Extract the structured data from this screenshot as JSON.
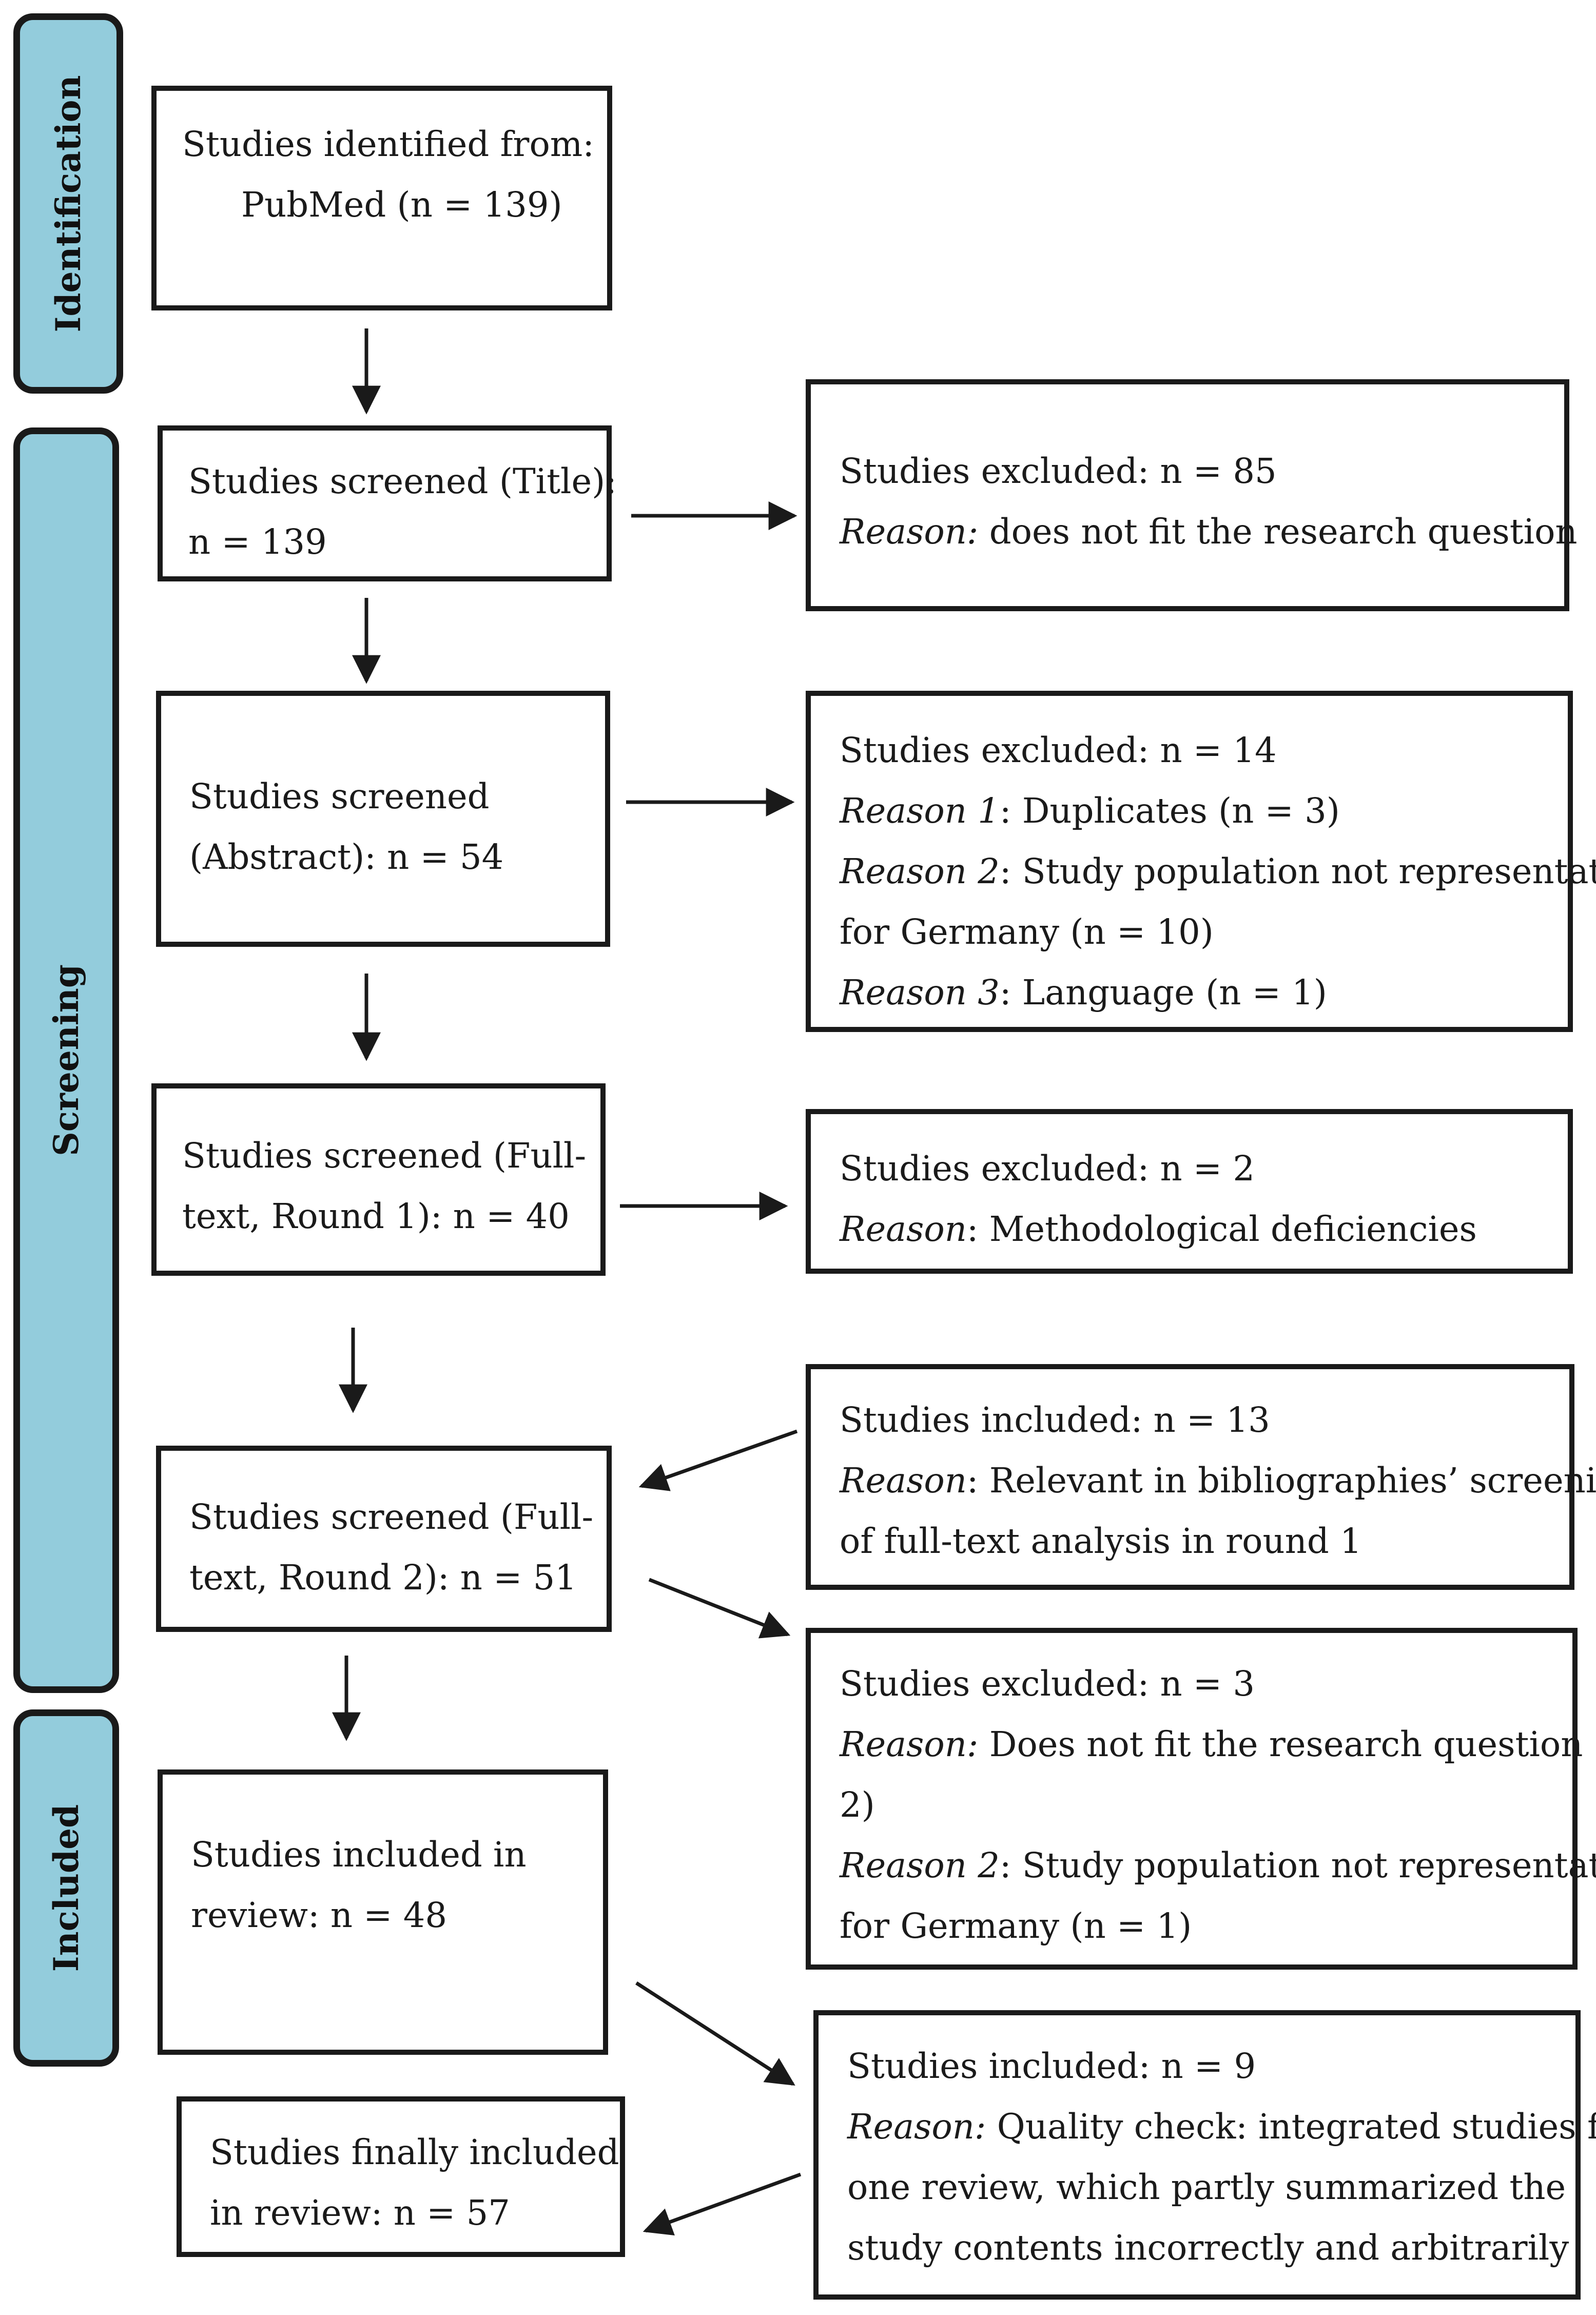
{
  "phases": {
    "identification": "Identification",
    "screening": "Screening",
    "included": "Included"
  },
  "identification_box": {
    "line1": "Studies identified from:",
    "line2": "PubMed (n = 139)"
  },
  "title_screen": {
    "line1": "Studies screened (Title):",
    "line2": "n = 139"
  },
  "title_excluded": {
    "line1": "Studies excluded: n = 85",
    "reason_label": "Reason:",
    "reason_text": " does not fit the research question"
  },
  "abstract_screen": {
    "line1": "Studies screened",
    "line2": "(Abstract): n = 54"
  },
  "abstract_excluded": {
    "line1": "Studies excluded: n = 14",
    "r1_label": "Reason 1",
    "r1_text": ": Duplicates (n = 3)",
    "r2_label": "Reason 2",
    "r2_text": ": Study population not representative",
    "r2_cont": "for Germany (n = 10)",
    "r3_label": "Reason 3",
    "r3_text": ": Language (n = 1)"
  },
  "fulltext1_screen": {
    "line1": "Studies screened (Full-",
    "line2": "text, Round 1): n = 40"
  },
  "fulltext1_excluded": {
    "line1": "Studies excluded: n = 2",
    "reason_label": "Reason",
    "reason_text": ": Methodological deficiencies"
  },
  "fulltext2_included": {
    "line1": "Studies included: n = 13",
    "reason_label": "Reason",
    "reason_text": ": Relevant in bibliographies’ screening",
    "line3": "of full-text analysis in round 1"
  },
  "fulltext2_screen": {
    "line1": "Studies screened (Full-",
    "line2": "text, Round 2): n = 51"
  },
  "fulltext2_excluded": {
    "line1": "Studies excluded: n = 3",
    "reason_label": "Reason:",
    "reason_text": " Does not fit the research question (n =",
    "line3": "2)",
    "r2_label": "Reason 2",
    "r2_text": ": Study population not representative",
    "r2_cont": "for Germany (n = 1)"
  },
  "review_included": {
    "line1": "Studies included in",
    "line2": "review: n = 48"
  },
  "quality_included": {
    "line1": "Studies included: n = 9",
    "reason_label": "Reason:",
    "reason_text": " Quality check: integrated studies from",
    "line3": "one review, which partly summarized the",
    "line4": "study contents incorrectly and arbitrarily"
  },
  "final_included": {
    "line1": "Studies finally included",
    "line2": "in review: n = 57"
  }
}
